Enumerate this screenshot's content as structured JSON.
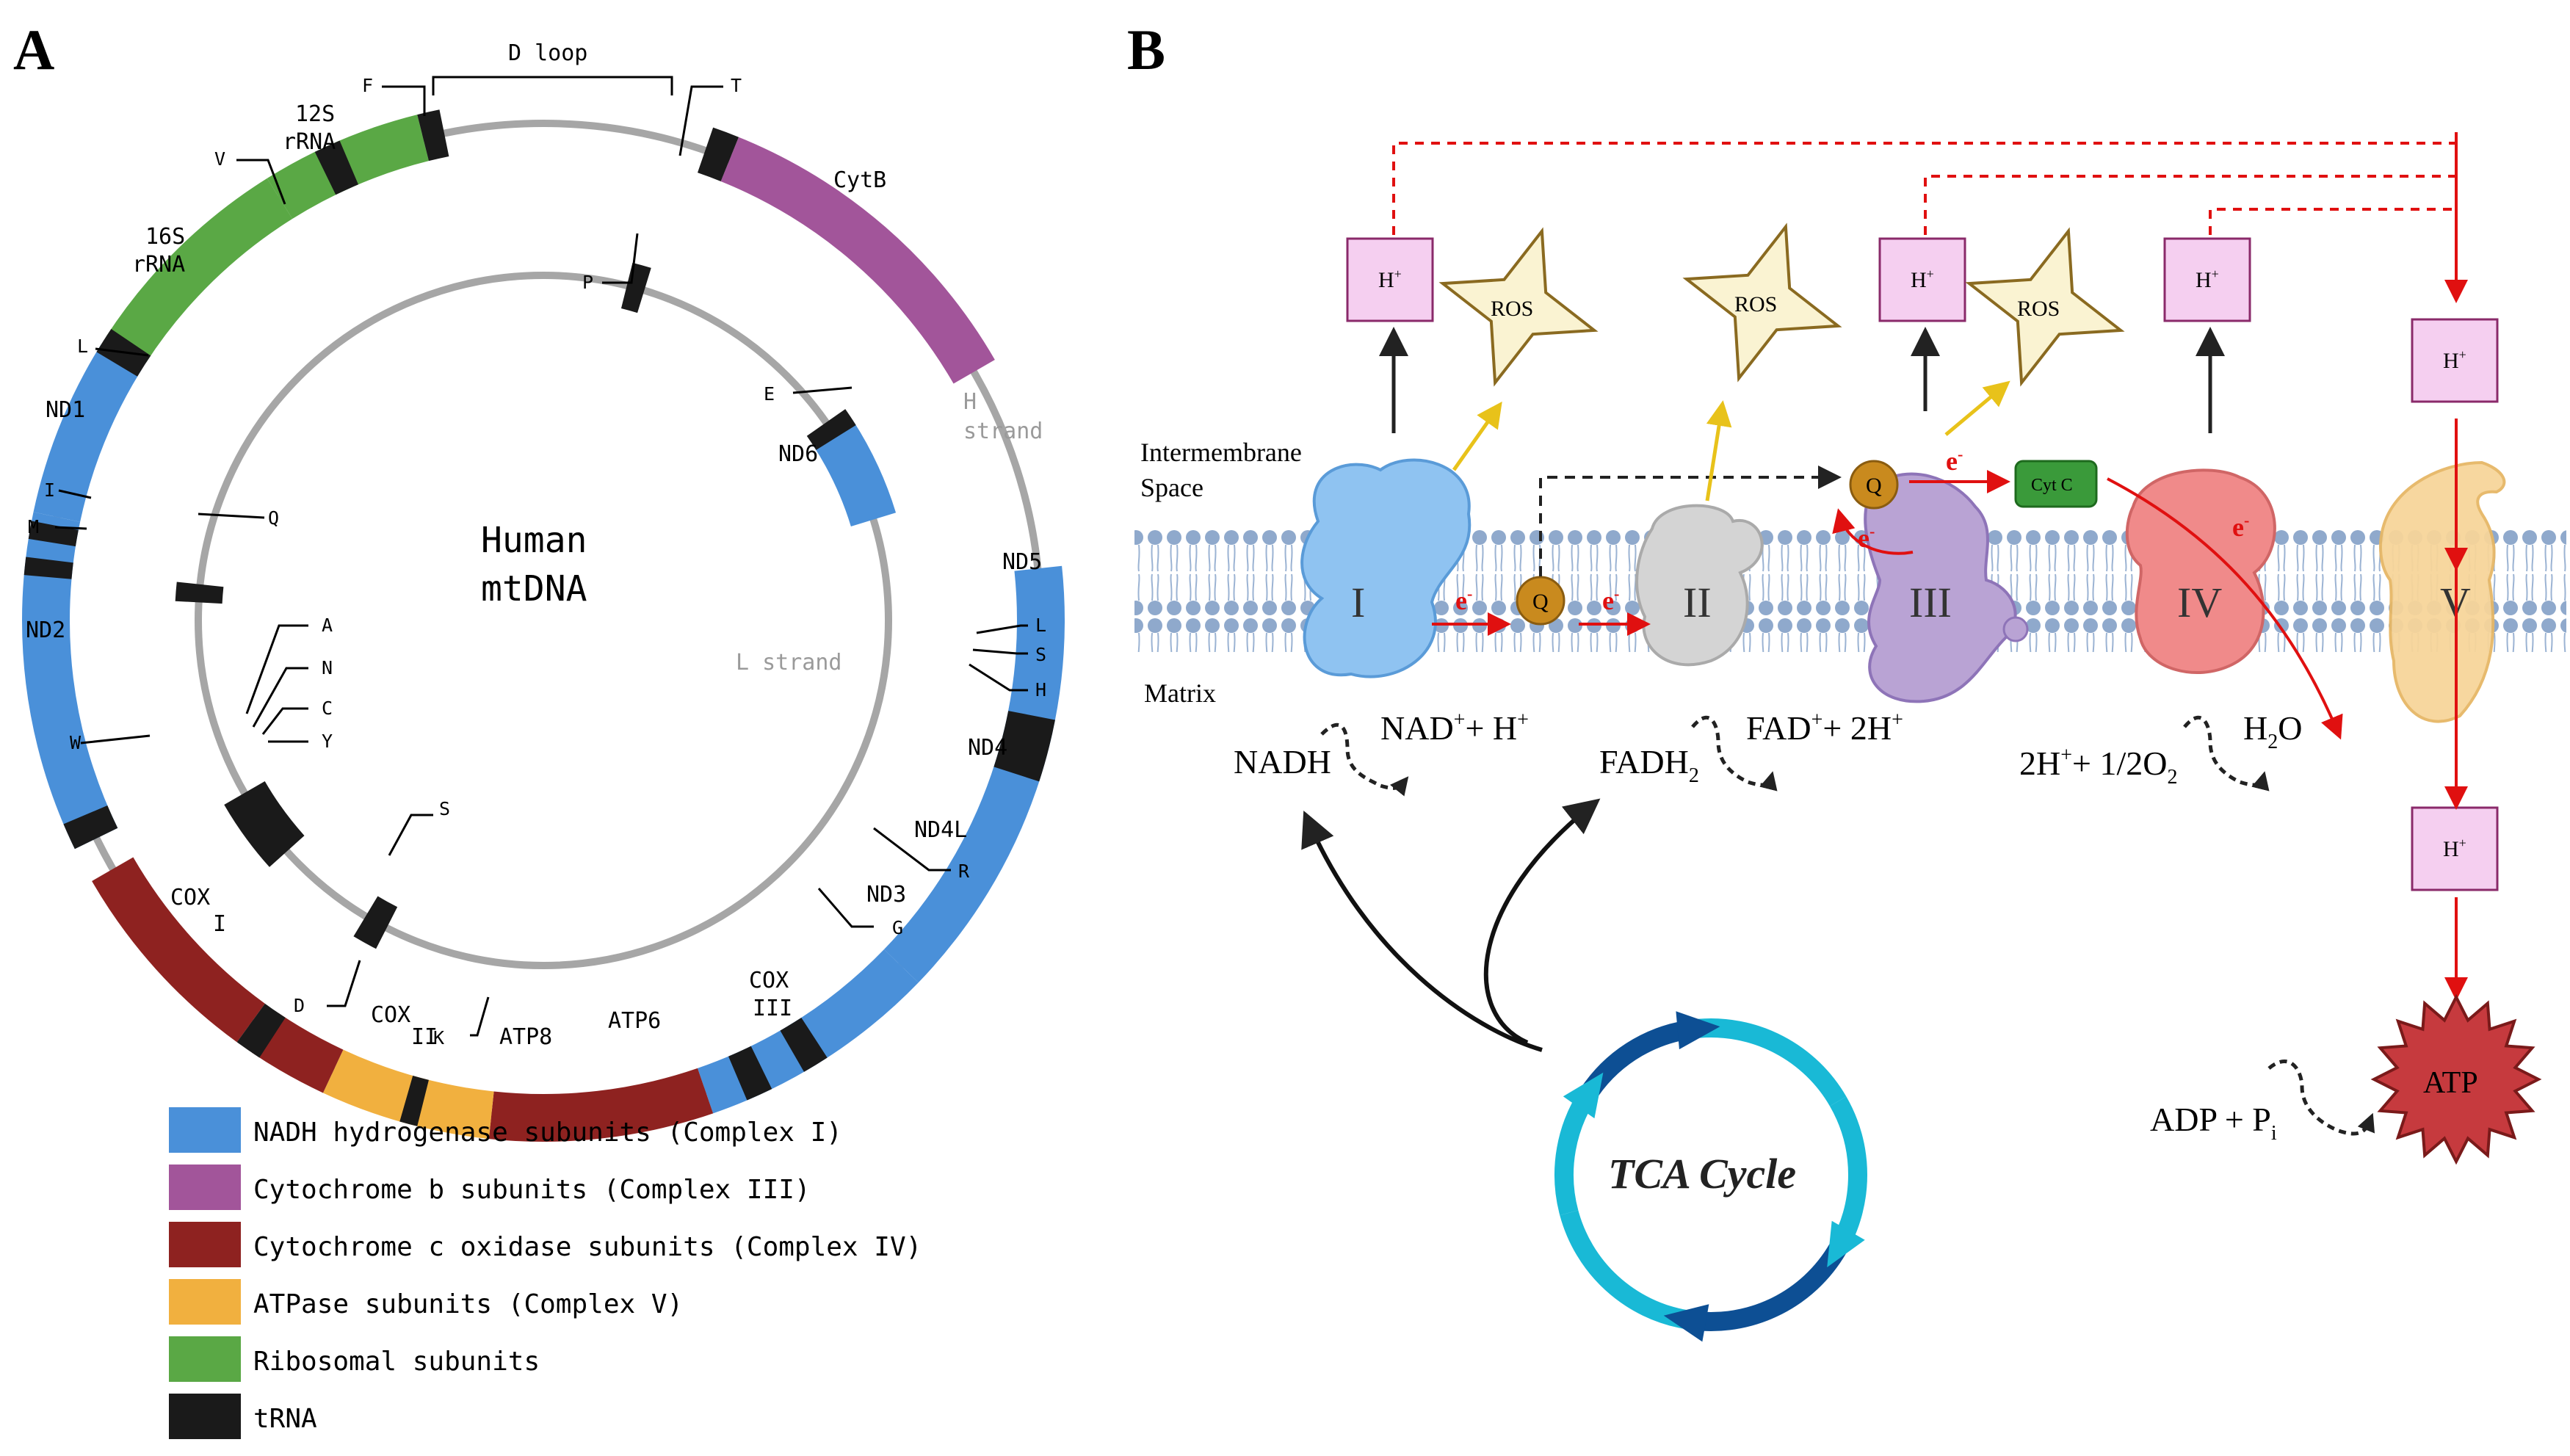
{
  "panel_a": {
    "letter": "A",
    "center_title": [
      "Human",
      "mtDNA"
    ],
    "d_loop": "D loop",
    "genes": {
      "cytb": "CytB",
      "nd6": "ND6",
      "nd5": "ND5",
      "nd4": "ND4",
      "nd4l": "ND4L",
      "nd3": "ND3",
      "cox3": [
        "COX",
        "III"
      ],
      "atp6": "ATP6",
      "atp8": "ATP8",
      "cox2": [
        "COX",
        "II"
      ],
      "cox1": [
        "COX",
        "I"
      ],
      "nd2": "ND2",
      "nd1": "ND1",
      "rrna16s": [
        "16S",
        "rRNA"
      ],
      "rrna12s": [
        "12S",
        "rRNA"
      ]
    },
    "strands": {
      "h": [
        "H",
        "strand"
      ],
      "l": "L strand"
    },
    "trna": {
      "F": "F",
      "T": "T",
      "P": "P",
      "E": "E",
      "V": "V",
      "L1": "L",
      "I": "I",
      "M": "M",
      "Q": "Q",
      "W": "W",
      "A": "A",
      "N": "N",
      "C": "C",
      "Y": "Y",
      "S1": "S",
      "D": "D",
      "K": "K",
      "G": "G",
      "R": "R",
      "L2": "L",
      "S2": "S",
      "H": "H"
    },
    "legend": [
      {
        "label": "NADH hydrogenase subunits (Complex I)",
        "color": "#4a90d9"
      },
      {
        "label": "Cytochrome b subunits (Complex III)",
        "color": "#a2559a"
      },
      {
        "label": "Cytochrome c oxidase subunits (Complex IV)",
        "color": "#8e2220"
      },
      {
        "label": "ATPase subunits (Complex V)",
        "color": "#f1b03f"
      },
      {
        "label": "Ribosomal subunits",
        "color": "#5aa845"
      },
      {
        "label": "tRNA",
        "color": "#1a1a1a"
      }
    ]
  },
  "panel_b": {
    "letter": "B",
    "intermembrane": [
      "Intermembrane",
      "Space"
    ],
    "matrix": "Matrix",
    "complexes": [
      "I",
      "II",
      "III",
      "IV",
      "V"
    ],
    "q": "Q",
    "cytc": "Cyt C",
    "ros": "ROS",
    "h_plus": "H",
    "electron": "e",
    "nadh": "NADH",
    "nad": "NAD",
    "nad_suffix": "+ H",
    "fadh2": "FADH",
    "fad": "FAD",
    "fad_suffix": "+ 2H",
    "water": "H",
    "oxygen_left": "2H",
    "oxygen_mid": "+ 1/2O",
    "adp": "ADP + P",
    "pi_sub": "i",
    "atp": "ATP",
    "tca": "TCA Cycle",
    "colors": {
      "complex1": "#8fc3f1",
      "complex2": "#cfcfcf",
      "complex3": "#b9a3d4",
      "complex4": "#f08a8a",
      "complex5": "#f7d59a",
      "membrane": "#8fa9cc",
      "hbox": "#f5cff0",
      "ros": "#faf3d2",
      "q": "#c98a1e",
      "cytc": "#3a9a3a",
      "red": "#e01010",
      "yellow": "#e8c21a",
      "tca_dark": "#0d4f94",
      "tca_light": "#19b9d6",
      "atp_star": "#c63a3e"
    }
  }
}
